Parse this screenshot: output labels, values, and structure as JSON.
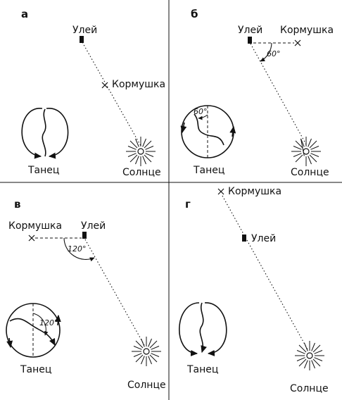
{
  "panels": [
    {
      "letter": "а",
      "hive": "Улей",
      "feeder": "Кормушка",
      "dance": "Танец",
      "sun": "Солнце",
      "angle": ""
    },
    {
      "letter": "б",
      "hive": "Улей",
      "feeder": "Кормушка",
      "dance": "Танец",
      "sun": "Солнце",
      "angle": "60°"
    },
    {
      "letter": "в",
      "hive": "Улей",
      "feeder": "Кормушка",
      "dance": "Танец",
      "sun": "Солнце",
      "angle": "120°"
    },
    {
      "letter": "г",
      "hive": "Улей",
      "feeder": "Кормушка",
      "dance": "Танец",
      "sun": "Солнце",
      "angle": ""
    }
  ],
  "icons": {
    "hive": "hive-icon",
    "feeder": "feeder-cross-icon",
    "sun": "sun-icon",
    "dance": "waggle-dance-icon"
  }
}
